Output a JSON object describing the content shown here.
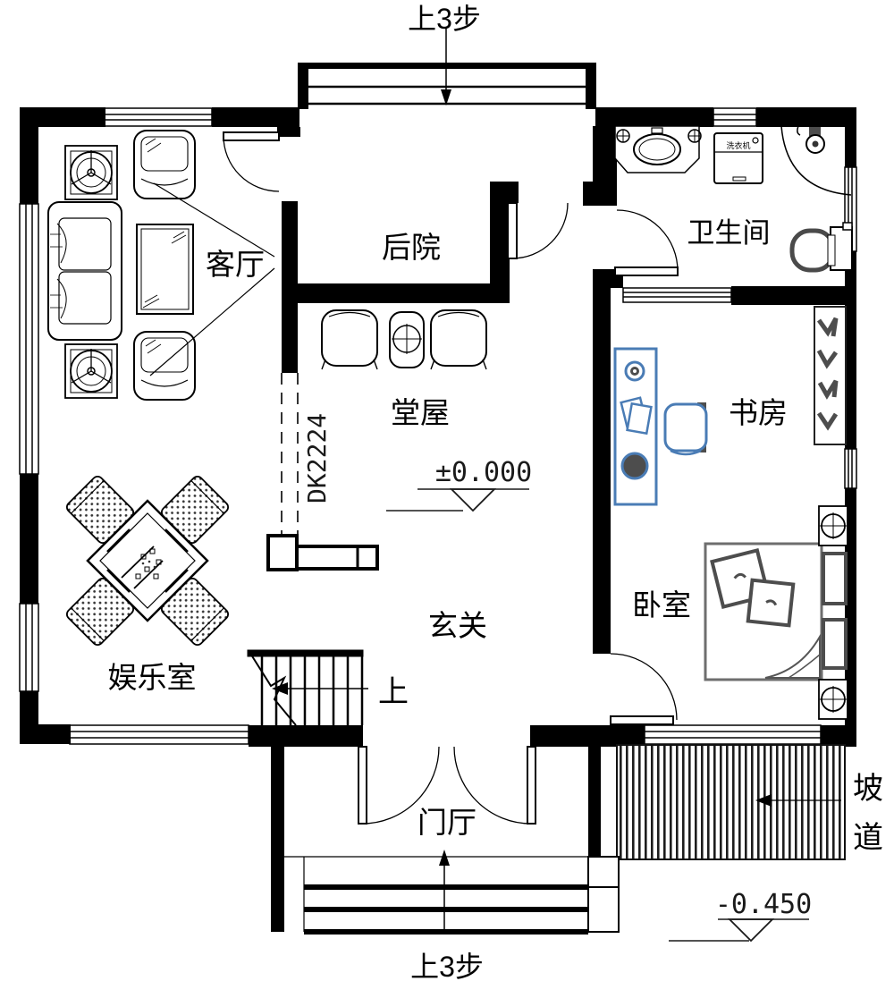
{
  "title": "house-floor-plan",
  "colors": {
    "line": "#000000",
    "furniture_blue": "#4a7cb5",
    "dark_gray": "#4d4d4d",
    "bed_gray": "#6e6e6e"
  },
  "rooms": {
    "backyard": "后院",
    "living_room": "客厅",
    "bathroom": "卫生间",
    "hall": "堂屋",
    "study": "书房",
    "bedroom": "卧室",
    "entry": "玄关",
    "entertainment": "娱乐室",
    "foyer": "门厅"
  },
  "annotations": {
    "steps_top": "上3步",
    "steps_bottom": "上3步",
    "stairs_up": "上",
    "ramp_char1": "坡",
    "ramp_char2": "道",
    "duct_code": "DK2224",
    "level_main": "±0.000",
    "level_outside": "-0.450",
    "washer": "洗衣机"
  }
}
